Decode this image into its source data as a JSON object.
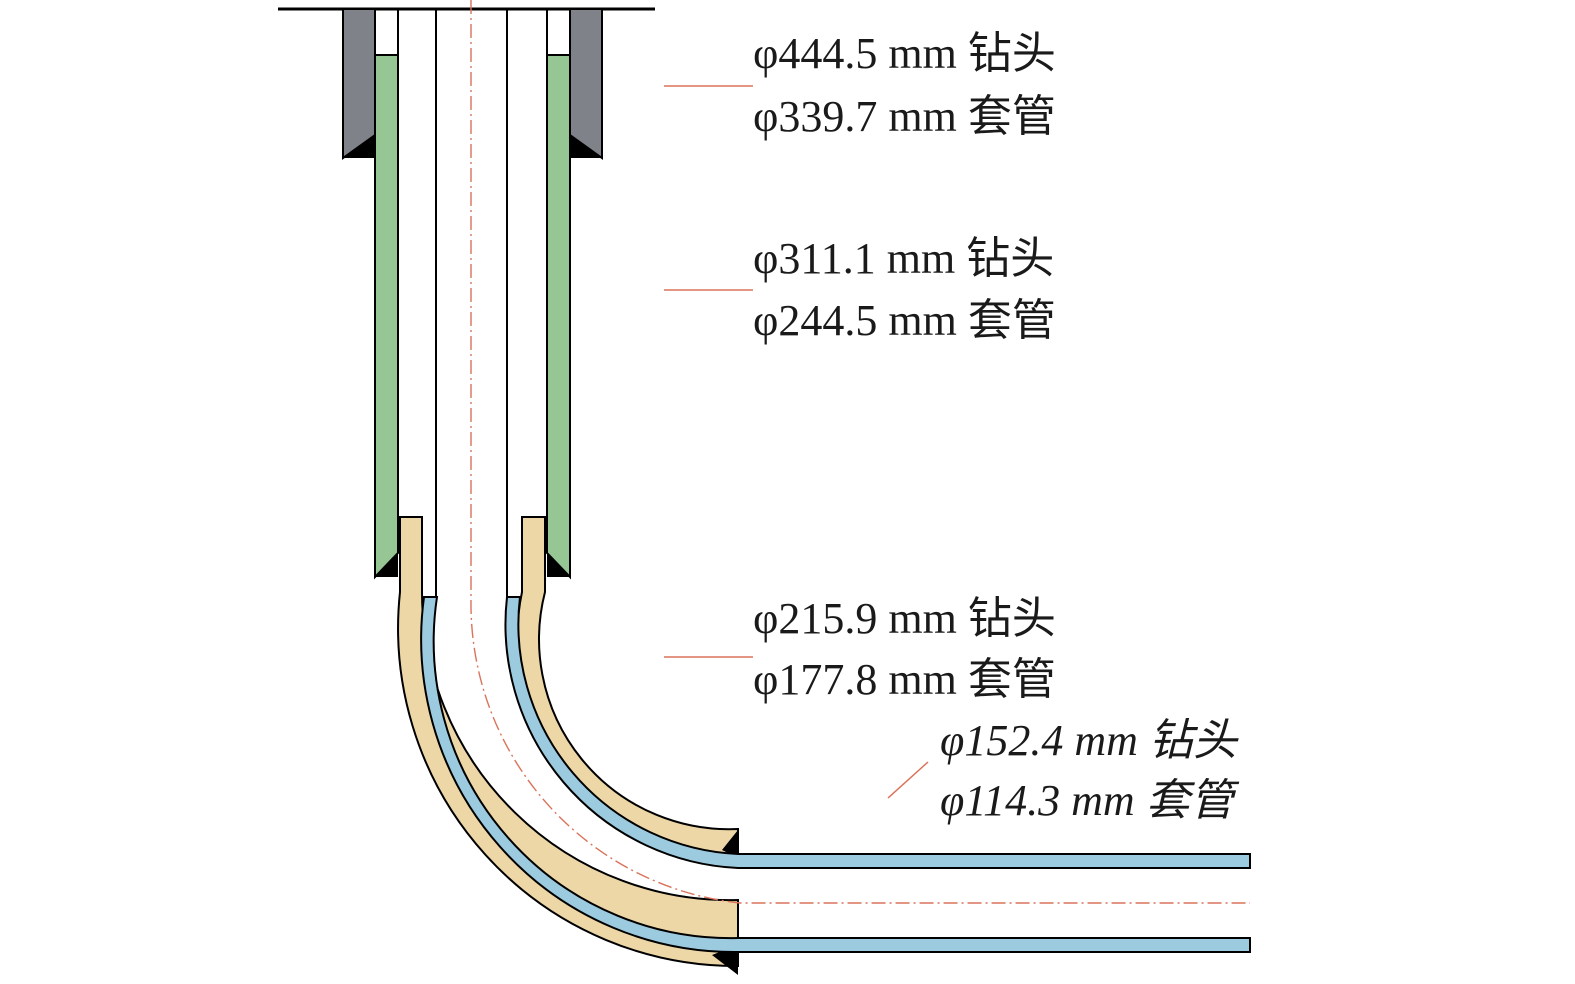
{
  "diagram": {
    "colors": {
      "surface_casing": "#7f8289",
      "intermediate_casing": "#96c694",
      "production_casing": "#edd7a7",
      "liner": "#9ccbdf",
      "outline": "#000000",
      "centerline": "#d9735a",
      "leader": "#d9735a"
    },
    "labels": [
      {
        "bit": "φ444.5 mm 钻头",
        "casing": "φ339.7 mm 套管",
        "italic": false
      },
      {
        "bit": "φ311.1 mm 钻头",
        "casing": "φ244.5 mm 套管",
        "italic": false
      },
      {
        "bit": "φ215.9 mm 钻头",
        "casing": "φ177.8 mm 套管",
        "italic": false
      },
      {
        "bit": "φ152.4 mm 钻头",
        "casing": "φ114.3 mm 套管",
        "italic": true
      }
    ]
  }
}
